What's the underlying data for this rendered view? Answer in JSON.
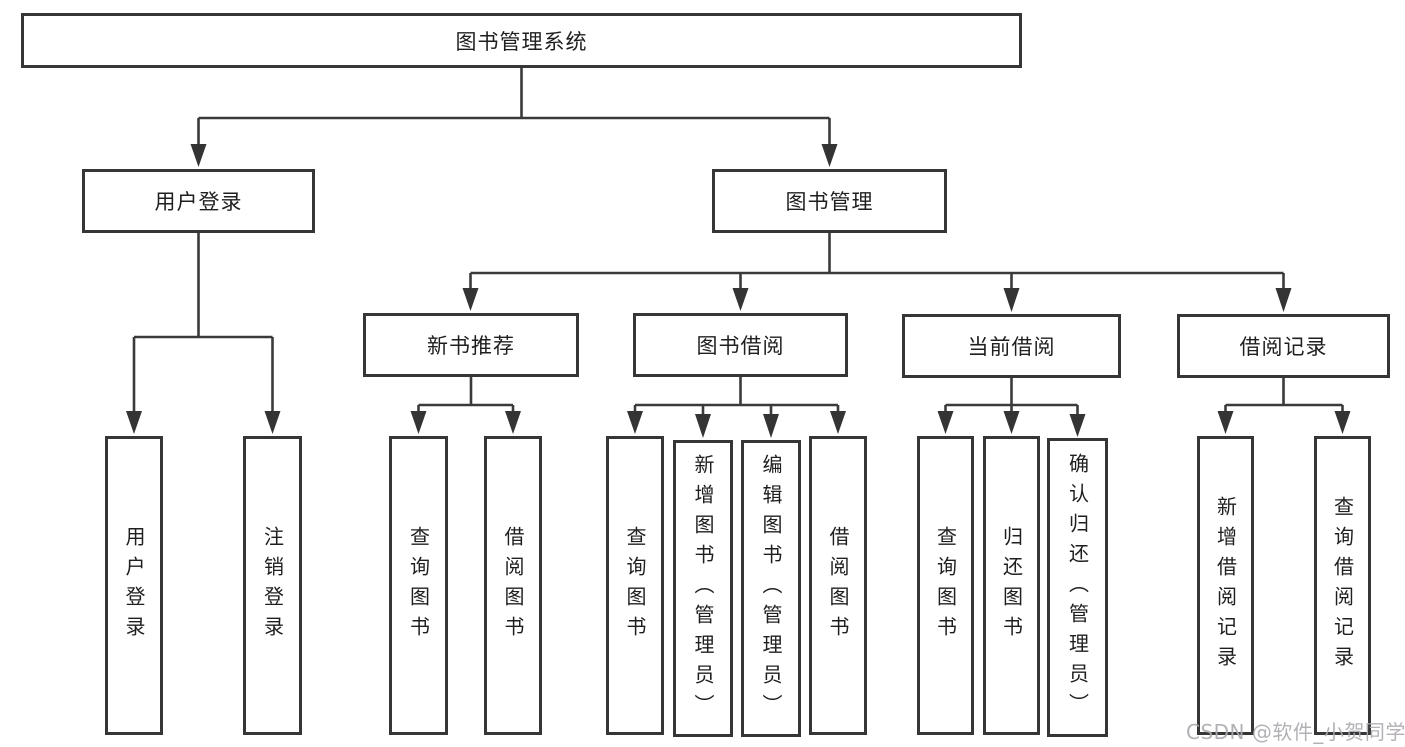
{
  "tree": {
    "label": "图书管理系统",
    "children": [
      {
        "label": "用户登录",
        "children": [
          {
            "label": "用户登录"
          },
          {
            "label": "注销登录"
          }
        ]
      },
      {
        "label": "图书管理",
        "children": [
          {
            "label": "新书推荐",
            "children": [
              {
                "label": "查询图书"
              },
              {
                "label": "借阅图书"
              }
            ]
          },
          {
            "label": "图书借阅",
            "children": [
              {
                "label": "查询图书"
              },
              {
                "label": "新增图书（管理员）"
              },
              {
                "label": "编辑图书（管理员）"
              },
              {
                "label": "借阅图书"
              }
            ]
          },
          {
            "label": "当前借阅",
            "children": [
              {
                "label": "查询图书"
              },
              {
                "label": "归还图书"
              },
              {
                "label": "确认归还（管理员）"
              }
            ]
          },
          {
            "label": "借阅记录",
            "children": [
              {
                "label": "新增借阅记录"
              },
              {
                "label": "查询借阅记录"
              }
            ]
          }
        ]
      }
    ]
  },
  "watermark": {
    "text": "CSDN @软件_小贺同学"
  },
  "colors": {
    "line": "#3a3a3a",
    "box_border": "#363636",
    "text": "#1f1f1f",
    "watermark": "#aca9b0",
    "background": "#ffffff"
  }
}
